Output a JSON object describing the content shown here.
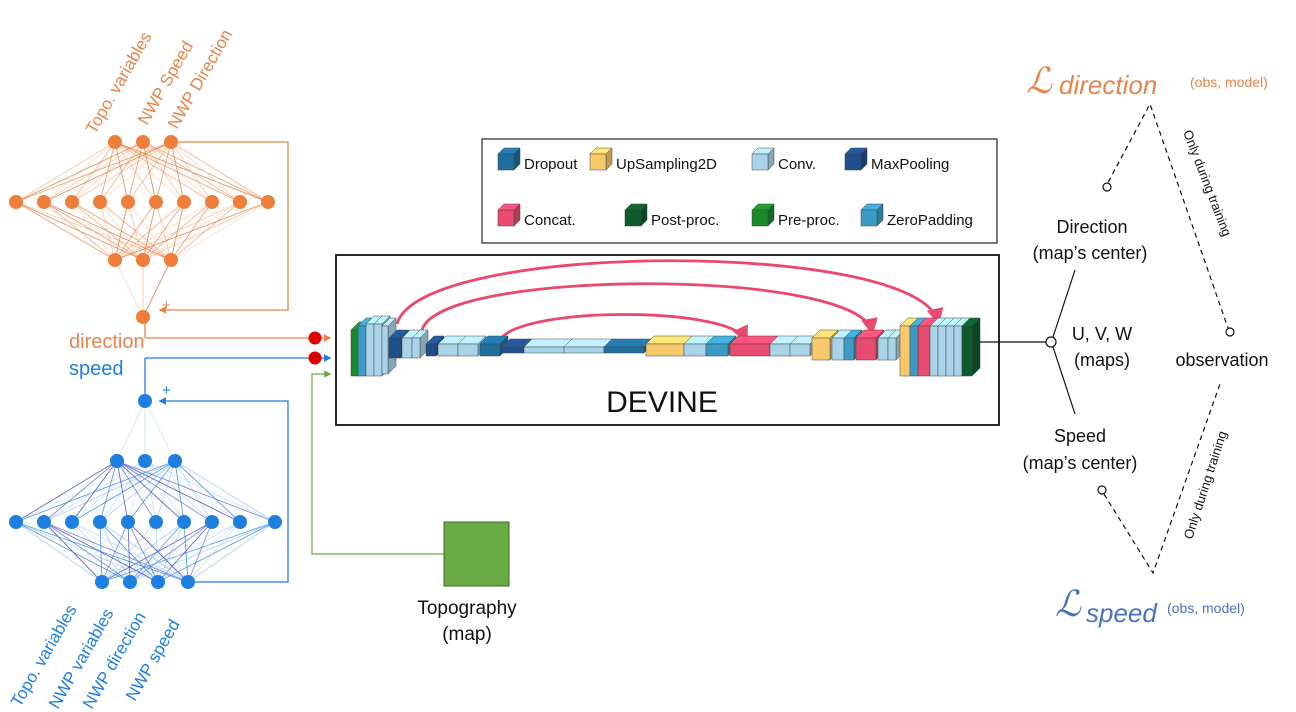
{
  "colors": {
    "orange": "#E8834A",
    "orange_light": "#F4B48C",
    "blue": "#1F7FE0",
    "blue_dark": "#3A33B8",
    "blue_light": "#9CC7EE",
    "green_topo": "#6AAA45",
    "loss_direction": "#E8834A",
    "loss_speed": "#4A72C4",
    "skip_arrow": "#E8496D",
    "red_dot": "#E00000"
  },
  "legend": {
    "items": [
      {
        "label": "Dropout",
        "color": "#1E6E9E"
      },
      {
        "label": "UpSampling2D",
        "color": "#F7C96A"
      },
      {
        "label": "Conv.",
        "color": "#A9D3E8"
      },
      {
        "label": "MaxPooling",
        "color": "#1E4E8C"
      },
      {
        "label": "Concat.",
        "color": "#E84A70"
      },
      {
        "label": "Post-proc.",
        "color": "#0E5A2C"
      },
      {
        "label": "Pre-proc.",
        "color": "#1A8A2A"
      },
      {
        "label": "ZeroPadding",
        "color": "#3A9CC4"
      }
    ]
  },
  "model": {
    "name": "DEVINE"
  },
  "direction_net": {
    "output_label": "direction",
    "plus": "+",
    "inputs": [
      "Topo. variables",
      "NWP Speed",
      "NWP Direction"
    ]
  },
  "speed_net": {
    "output_label": "speed",
    "plus": "+",
    "inputs": [
      "Topo. variables",
      "NWP variables",
      "NWP direction",
      "NWP speed"
    ]
  },
  "topography": {
    "label_line1": "Topography",
    "label_line2": "(map)"
  },
  "outputs": {
    "maps_line1": "U, V, W",
    "maps_line2": "(maps)",
    "direction_line1": "Direction",
    "direction_line2": "(map’s center)",
    "speed_line1": "Speed",
    "speed_line2": "(map’s center)",
    "observation": "observation",
    "training_note_top": "Only during training",
    "training_note_bottom": "Only during training"
  },
  "losses": {
    "direction_symbol": "ℒ",
    "direction_sub": "direction",
    "direction_args": "(obs, model)",
    "speed_symbol": "ℒ",
    "speed_sub": "speed",
    "speed_args": "(obs, model)"
  }
}
